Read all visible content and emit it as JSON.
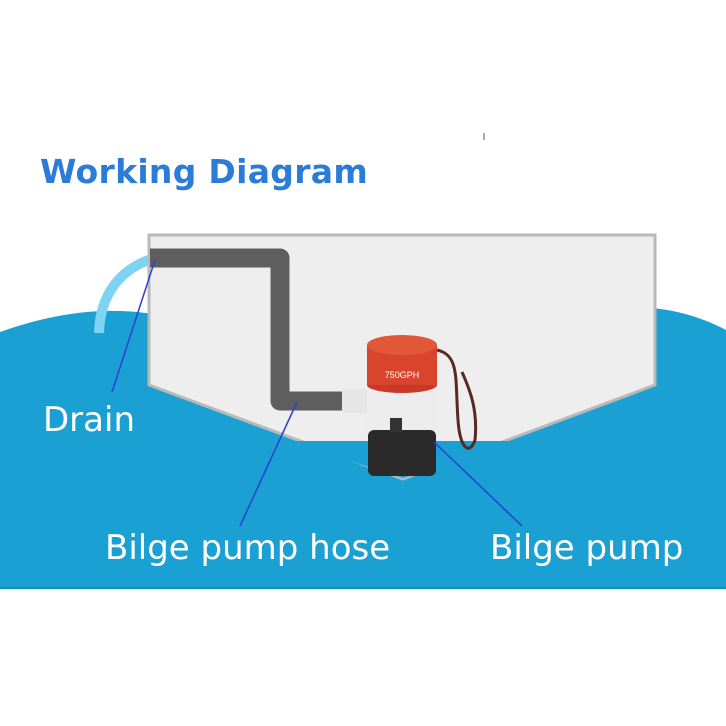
{
  "title": "Working Diagram",
  "labels": {
    "drain": "Drain",
    "hose": "Bilge pump hose",
    "pump": "Bilge pump"
  },
  "pump_markings": "750GPH",
  "colors": {
    "title": "#2b7bd8",
    "water": "#1aa0d2",
    "hull": "#efefef",
    "hose": "#5e5e5e",
    "pump_cap": "#d9452c",
    "leader_line": "#2a3fd6"
  }
}
